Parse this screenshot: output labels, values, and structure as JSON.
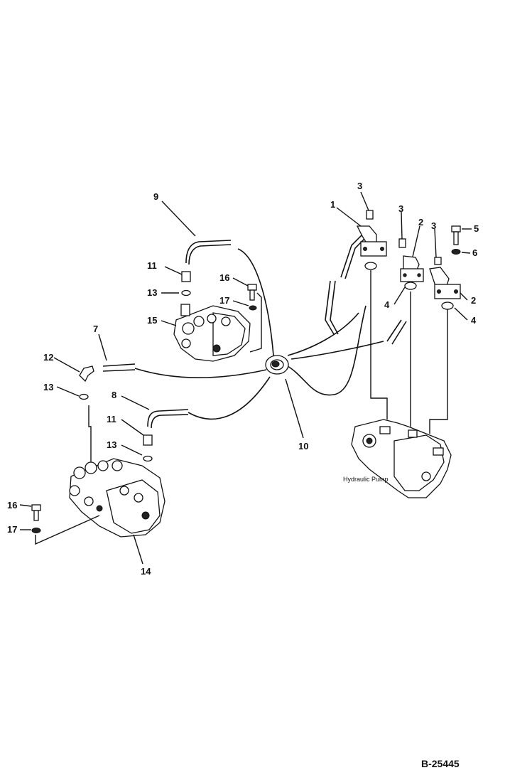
{
  "diagram": {
    "reference": "B-25445",
    "pump_caption": "Hydraulic Pump",
    "callouts": [
      "1",
      "2",
      "3",
      "4",
      "5",
      "6",
      "7",
      "8",
      "9",
      "10",
      "11",
      "12",
      "13",
      "14",
      "15",
      "16",
      "17"
    ]
  }
}
